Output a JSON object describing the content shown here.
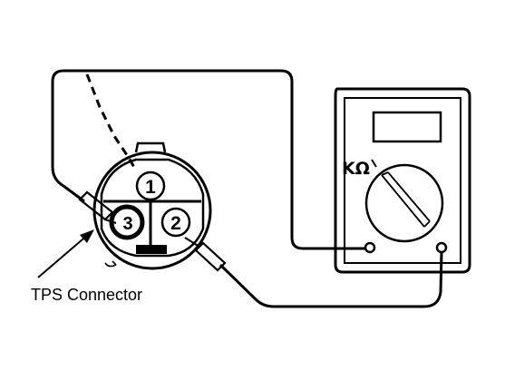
{
  "diagram": {
    "caption": "TPS Connector",
    "meter_range_label": "KΩ",
    "pins": [
      "1",
      "2",
      "3"
    ]
  },
  "colors": {
    "ink": "#000000",
    "background": "#ffffff"
  }
}
